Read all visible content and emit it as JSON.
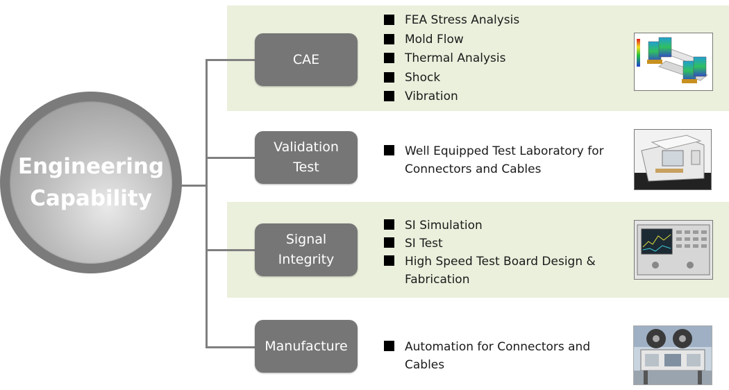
{
  "center": {
    "line1": "Engineering",
    "line2": "Capability"
  },
  "categories": [
    {
      "label_lines": [
        "CAE"
      ],
      "bullets": [
        "FEA Stress Analysis",
        "Mold Flow",
        "Thermal Analysis",
        "Shock",
        "Vibration"
      ],
      "image": "cae-simulation-image"
    },
    {
      "label_lines": [
        "Validation",
        "Test"
      ],
      "bullets": [
        "Well Equipped Test Laboratory for\nConnectors and Cables"
      ],
      "image": "test-lab-equipment-image"
    },
    {
      "label_lines": [
        "Signal",
        "Integrity"
      ],
      "bullets": [
        "SI Simulation",
        "SI Test",
        "High Speed Test Board Design &\nFabrication"
      ],
      "image": "network-analyzer-image"
    },
    {
      "label_lines": [
        "Manufacture"
      ],
      "bullets": [
        "Automation for Connectors and\nCables"
      ],
      "image": "automation-machine-image"
    }
  ],
  "colors": {
    "panel": "#eaf0dc",
    "category_box": "#767676",
    "connector_line": "#7f7f7f",
    "circle_ring": "#7b7b7b"
  }
}
